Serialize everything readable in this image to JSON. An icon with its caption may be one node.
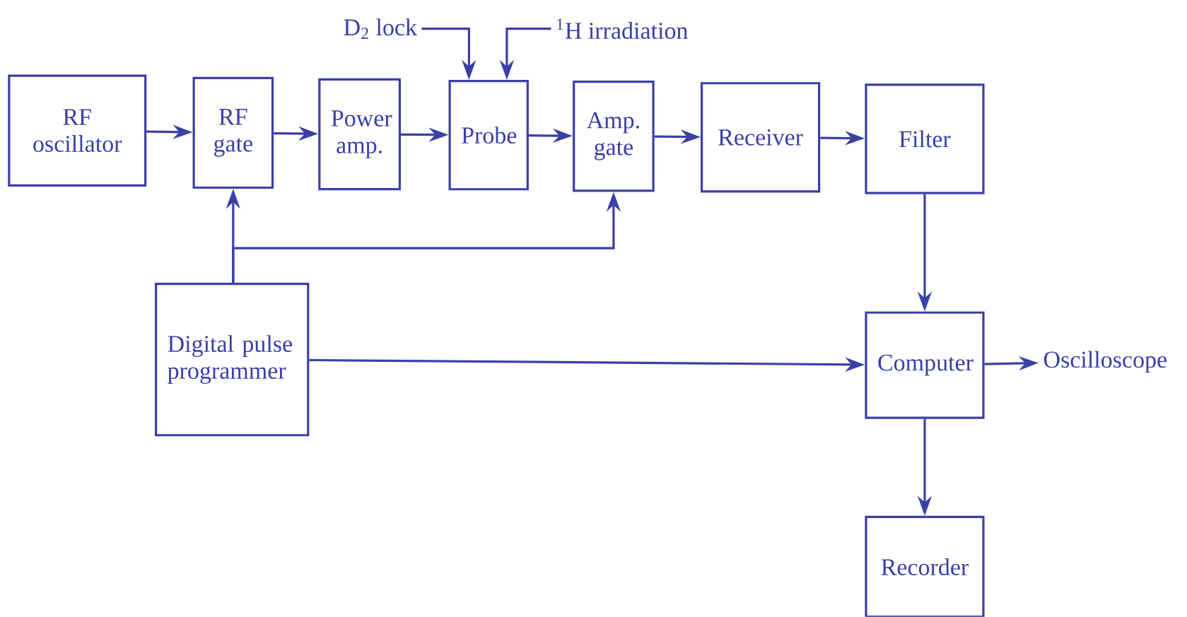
{
  "diagram": {
    "nodes": [
      {
        "text": [
          "RF oscillator"
        ]
      },
      {
        "text": [
          "RF gate"
        ]
      },
      {
        "text": [
          "Power amp."
        ]
      },
      {
        "text": [
          "Probe"
        ]
      },
      {
        "text": [
          "Amp. gate"
        ]
      },
      {
        "text": [
          "Receiver"
        ]
      },
      {
        "text": [
          "Filter"
        ]
      },
      {
        "text": [
          "Digital pulse programmer"
        ]
      },
      {
        "text": [
          "Computer"
        ]
      },
      {
        "text": [
          "Recorder"
        ]
      },
      {
        "text": [
          "D$_{2}$ lock"
        ]
      },
      {
        "text": [
          "$^{1}$H irradiation"
        ]
      },
      {
        "text": [
          "Oscilloscope"
        ]
      }
    ],
    "edges": [
      {
        "from": 0,
        "to": 1,
        "arrow": "to"
      },
      {
        "from": 1,
        "to": 2,
        "arrow": "to"
      },
      {
        "from": 2,
        "to": 3,
        "arrow": "to"
      },
      {
        "from": 3,
        "to": 4,
        "arrow": "to"
      },
      {
        "from": 4,
        "to": 5,
        "arrow": "to"
      },
      {
        "from": 5,
        "to": 6,
        "arrow": "to"
      },
      {
        "from": 10,
        "to": 3,
        "arrow": "to"
      },
      {
        "from": 11,
        "to": 3,
        "arrow": "to"
      },
      {
        "from": 7,
        "to": 1,
        "arrow": "to"
      },
      {
        "from": 7,
        "to": 4,
        "arrow": "to"
      },
      {
        "from": 6,
        "to": 8,
        "arrow": "to"
      },
      {
        "from": 7,
        "to": 8,
        "arrow": "to"
      },
      {
        "from": 8,
        "to": 12,
        "arrow": "to"
      },
      {
        "from": 8,
        "to": 9,
        "arrow": "to"
      }
    ]
  }
}
